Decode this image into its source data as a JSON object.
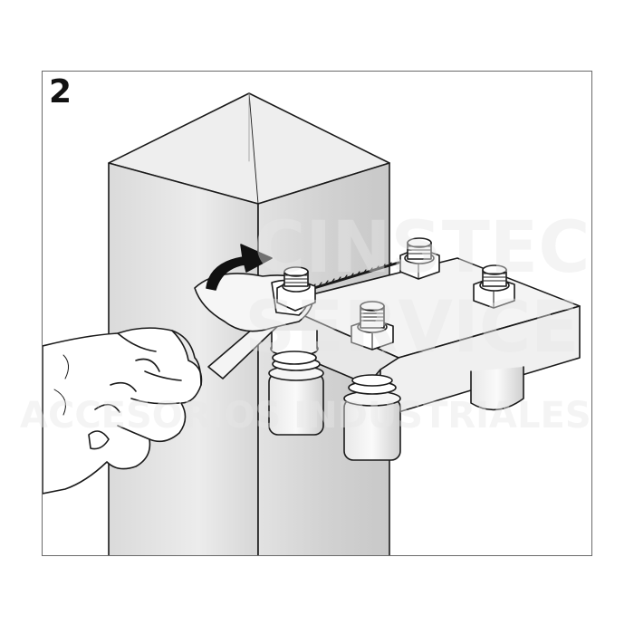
{
  "step": {
    "number": "2"
  },
  "watermark": {
    "line1": "CINSTEC",
    "line2": "SERVICE",
    "line3": "ACCESORIOS INDUSTRIALES",
    "color": "#e6e6e6"
  },
  "colors": {
    "outline": "#1a1a1a",
    "post_light": "#ececec",
    "post_mid": "#d9d9d9",
    "post_dark": "#c4c4c4",
    "metal": "#f2f2f2",
    "frame": "#6a6a6a"
  },
  "icons": {
    "arrow": "curved-arrow-clockwise",
    "hand": "hand-holding-wrench",
    "wrench": "open-end-wrench"
  }
}
